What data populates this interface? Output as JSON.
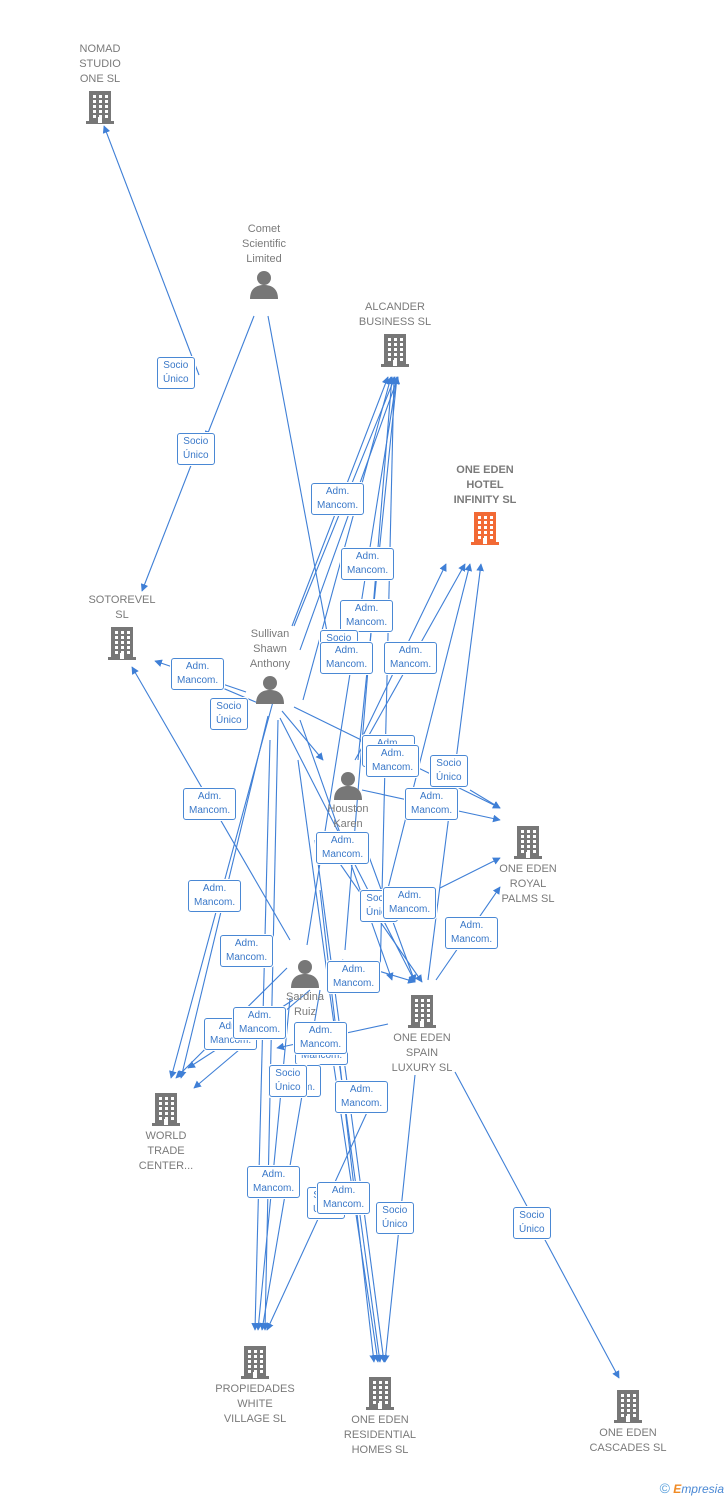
{
  "colors": {
    "edge": "#3f7fd6",
    "node": "#777777",
    "highlight": "#f26a35"
  },
  "nodes": [
    {
      "id": "nomad",
      "label": "NOMAD\nSTUDIO\nONE SL",
      "icon": "building-icon",
      "kind": "company"
    },
    {
      "id": "comet",
      "label": "Comet\nScientific\nLimited",
      "icon": "person-icon",
      "kind": "person"
    },
    {
      "id": "alcander",
      "label": "ALCANDER\nBUSINESS  SL",
      "icon": "building-icon",
      "kind": "company"
    },
    {
      "id": "hotel",
      "label": "ONE EDEN\nHOTEL\nINFINITY  SL",
      "icon": "building-icon",
      "kind": "company-highlight"
    },
    {
      "id": "sotorevel",
      "label": "SOTOREVEL\nSL",
      "icon": "building-icon",
      "kind": "company"
    },
    {
      "id": "sullivan",
      "label": "Sullivan\nShawn\nAnthony",
      "icon": "person-icon",
      "kind": "person"
    },
    {
      "id": "houston",
      "label": "Houston\nKaren",
      "icon": "person-icon",
      "kind": "person"
    },
    {
      "id": "royal",
      "label": "ONE EDEN\nROYAL\nPALMS  SL",
      "icon": "building-icon",
      "kind": "company"
    },
    {
      "id": "sardina",
      "label": "Sardina\nRuiz",
      "icon": "person-icon",
      "kind": "person"
    },
    {
      "id": "spain",
      "label": "ONE EDEN\nSPAIN\nLUXURY  SL",
      "icon": "building-icon",
      "kind": "company"
    },
    {
      "id": "wtc",
      "label": "WORLD\nTRADE\nCENTER...",
      "icon": "building-icon",
      "kind": "company"
    },
    {
      "id": "white",
      "label": "PROPIEDADES\nWHITE\nVILLAGE  SL",
      "icon": "building-icon",
      "kind": "company"
    },
    {
      "id": "residential",
      "label": "ONE EDEN\nRESIDENTIAL\nHOMES  SL",
      "icon": "building-icon",
      "kind": "company"
    },
    {
      "id": "cascades",
      "label": "ONE EDEN\nCASCADES  SL",
      "icon": "building-icon",
      "kind": "company"
    }
  ],
  "edge_labels": [
    "Socio\nÚnico",
    "Socio\nÚnico",
    "Adm.\nMancom.",
    "Adm.\nMancom.",
    "Adm.\nMancom.",
    "Socio\nÚnico",
    "Adm.\nMancom.",
    "Adm.\nMancom.",
    "Socio\nÚnico",
    "Adm.\nMancom.",
    "Adm.\nMancom.",
    "Adm.\nMancom.",
    "Adm.\nMancom.",
    "Socio\nÚnico",
    "Adm.\nMancom.",
    "Adm.\nMancom.",
    "Adm.\nMancom.",
    "Adm.\nMancom.",
    "Adm.\nMancom.",
    "Socio\nÚnico",
    "Adm.\nMancom.",
    "Adm.\nMancom.",
    "Adm.\nMancom.",
    "Adm.\nMancom.",
    "Adm.\nMancom.",
    "Adm.\nMancom.",
    "Socio\nÚnico",
    "Adm.\nMancom.",
    "Adm.\nMancom.",
    "Adm.\nMancom.",
    "Socio\nÚnico",
    "Adm.\nMancom.",
    "Socio\nÚnico",
    "Socio\nÚnico"
  ],
  "footer": {
    "copyright": "©",
    "brand_e": "E",
    "brand_rest": "mpresia"
  }
}
